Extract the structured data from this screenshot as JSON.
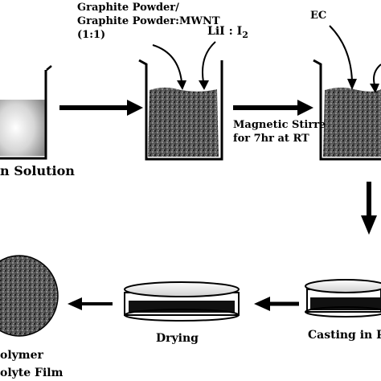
{
  "labels": {
    "additive_line1": "Graphite Powder/",
    "additive_line2": "Graphite Powder:MWNT",
    "additive_line3": "(1:1)",
    "salt_main": "LiI : I",
    "salt_sub": "2",
    "plasticizer": "EC",
    "solution": "n Solution",
    "stir_line1": "Magnetic Stirre",
    "stir_line2": "for 7hr at RT",
    "drying": "Drying",
    "casting": "Casting in P",
    "film_line1": "olymer",
    "film_line2": "olyte Film"
  }
}
